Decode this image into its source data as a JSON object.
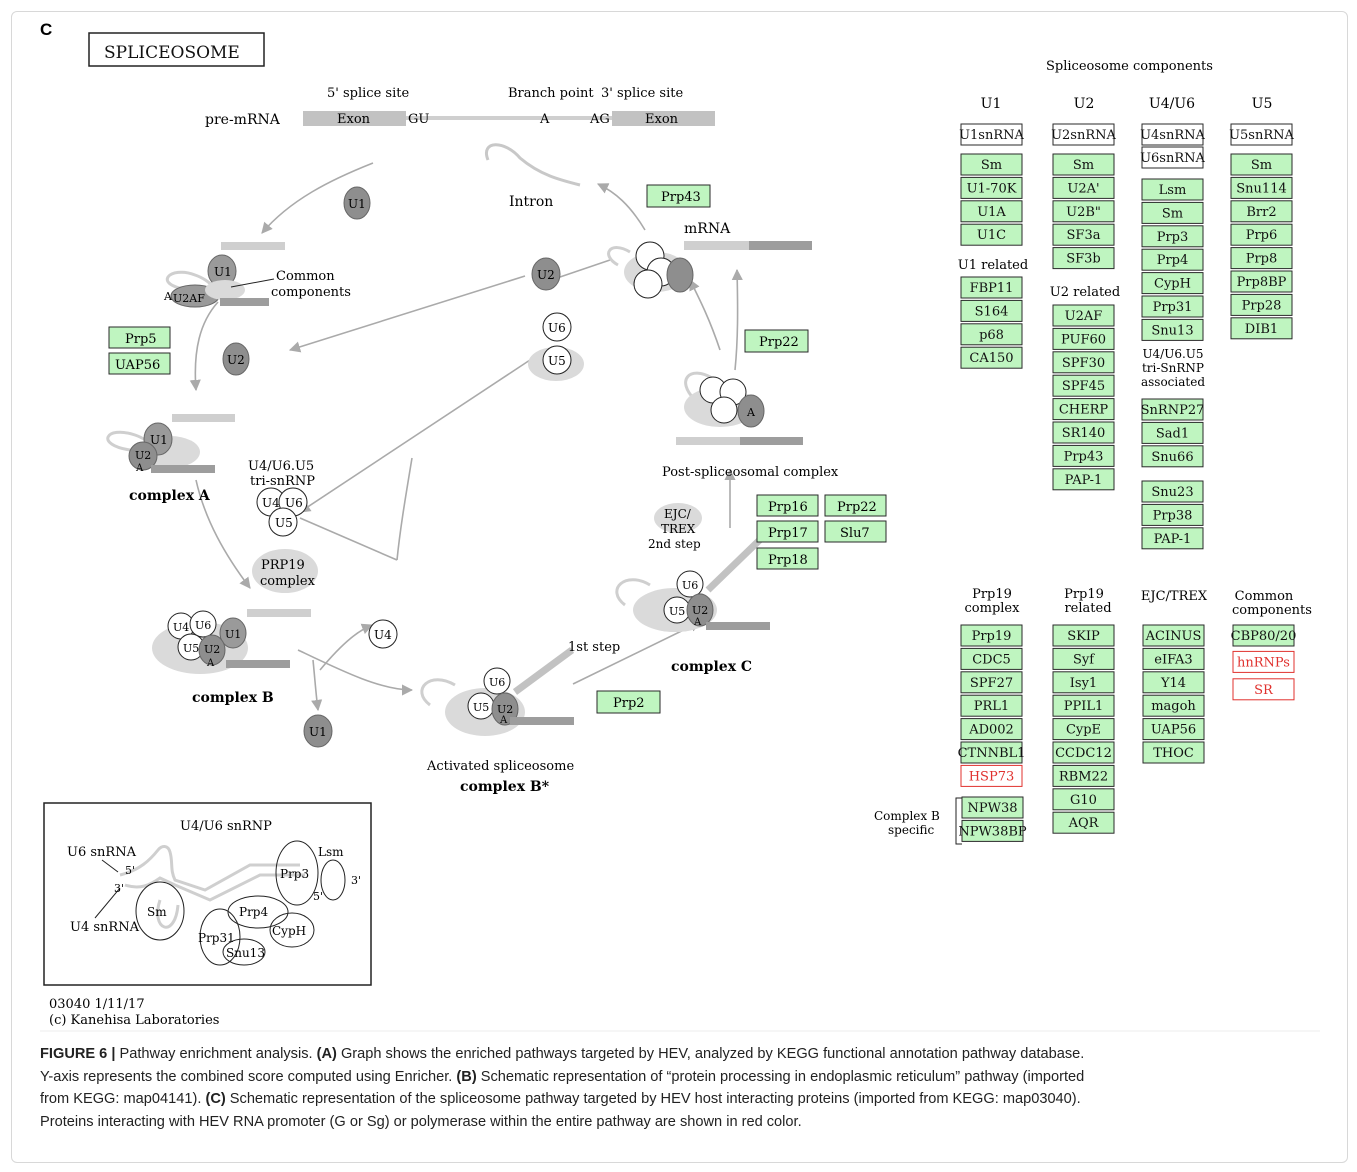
{
  "panel_letter": "C",
  "title": "SPLICEOSOME",
  "premrna": {
    "label": "pre-mRNA",
    "five_site": "5' splice site",
    "branch": "Branch point",
    "three_site": "3' splice site",
    "exon": "Exon",
    "gu": "GU",
    "a": "A",
    "ag": "AG"
  },
  "labels": {
    "intron": "Intron",
    "mrna": "mRNA",
    "common": "Common",
    "components": "components",
    "complexA": "complex A",
    "complexB": "complex B",
    "complexC": "complex C",
    "activated": "Activated spliceosome",
    "complexBstar": "complex B*",
    "post": "Post-spliceosomal complex",
    "tri1": "U4/U6.U5",
    "tri2": "tri-snRNP",
    "prp19a": "PRP19",
    "prp19b": "complex",
    "ejc1": "EJC/",
    "ejc2": "TREX",
    "ejc3": "2nd step",
    "first_step": "1st step"
  },
  "particles": {
    "u1": "U1",
    "u2": "U2",
    "u4": "U4",
    "u5": "U5",
    "u6": "U6",
    "u2af": "U2AF",
    "a": "A"
  },
  "cycle_boxes": {
    "prp5": "Prp5",
    "uap56": "UAP56",
    "prp43": "Prp43",
    "prp22": "Prp22",
    "prp2": "Prp2",
    "prp16": "Prp16",
    "prp22b": "Prp22",
    "prp17": "Prp17",
    "slu7": "Slu7",
    "prp18": "Prp18"
  },
  "components": {
    "header": "Spliceosome components",
    "u1": {
      "title": "U1",
      "rna": "U1snRNA",
      "genes": [
        "Sm",
        "U1-70K",
        "U1A",
        "U1C"
      ],
      "related_title": "U1 related",
      "related": [
        "FBP11",
        "S164",
        "p68",
        "CA150"
      ]
    },
    "u2": {
      "title": "U2",
      "rna": "U2snRNA",
      "genes": [
        "Sm",
        "U2A'",
        "U2B\"",
        "SF3a",
        "SF3b"
      ],
      "related_title": "U2 related",
      "related": [
        "U2AF",
        "PUF60",
        "SPF30",
        "SPF45",
        "CHERP",
        "SR140",
        "Prp43",
        "PAP-1"
      ]
    },
    "u46": {
      "title": "U4/U6",
      "rna1": "U4snRNA",
      "rna2": "U6snRNA",
      "genes": [
        "Lsm",
        "Sm",
        "Prp3",
        "Prp4",
        "CypH",
        "Prp31",
        "Snu13"
      ],
      "tri1": "U4/U6.U5",
      "tri2": "tri-SnRNP",
      "tri3": "associated",
      "tri_genes": [
        "SnRNP27",
        "Sad1",
        "Snu66"
      ],
      "extra": [
        "Snu23",
        "Prp38",
        "PAP-1"
      ]
    },
    "u5": {
      "title": "U5",
      "rna": "U5snRNA",
      "genes": [
        "Sm",
        "Snu114",
        "Brr2",
        "Prp6",
        "Prp8",
        "Prp8BP",
        "Prp28",
        "DIB1"
      ]
    },
    "prp19c": {
      "title1": "Prp19",
      "title2": "complex",
      "genes": [
        "Prp19",
        "CDC5",
        "SPF27",
        "PRL1",
        "AD002",
        "CTNNBL1"
      ],
      "red": "HSP73"
    },
    "prp19r": {
      "title1": "Prp19",
      "title2": "related",
      "genes": [
        "SKIP",
        "Syf",
        "Isy1",
        "PPIL1",
        "CypE",
        "CCDC12",
        "RBM22",
        "G10",
        "AQR"
      ]
    },
    "ejc": {
      "title": "EJC/TREX",
      "genes": [
        "ACINUS",
        "eIFA3",
        "Y14",
        "magoh",
        "UAP56",
        "THOC"
      ]
    },
    "common": {
      "title1": "Common",
      "title2": "components",
      "genes": [
        "CBP80/20"
      ],
      "red": [
        "hnRNPs",
        "SR"
      ]
    },
    "complexb_specific": {
      "label1": "Complex B",
      "label2": "specific",
      "genes": [
        "NPW38",
        "NPW38BP"
      ]
    }
  },
  "inset": {
    "title": "U4/U6 snRNP",
    "u6": "U6 snRNA",
    "u4": "U4 snRNA",
    "five": "5'",
    "three": "3'",
    "sm": "Sm",
    "prp3": "Prp3",
    "lsm": "Lsm",
    "prp4": "Prp4",
    "cyph": "CypH",
    "prp31": "Prp31",
    "snu13": "Snu13",
    "three_b": "3'",
    "five_b": "5'"
  },
  "footer": {
    "line1": "03040 1/11/17",
    "line2": "(c) Kanehisa Laboratories"
  },
  "caption": {
    "fig": "FIGURE 6 |",
    "t0": " Pathway enrichment analysis. ",
    "a": "(A)",
    "t1": " Graph shows the enriched pathways targeted by HEV, analyzed by KEGG functional annotation pathway database.",
    "t2": "Y-axis represents the combined score computed using Enricher. ",
    "b": "(B)",
    "t3": " Schematic representation of “protein processing in endoplasmic reticulum” pathway (imported",
    "t4": "from KEGG: map04141). ",
    "c": "(C)",
    "t5": " Schematic representation of the spliceosome pathway targeted by HEV host interacting proteins (imported from KEGG: map03040).",
    "t6": "Proteins interacting with HEV RNA promoter (G or Sg) or polymerase within the entire pathway are shown in red color."
  },
  "colors": {
    "green_fill": "#bff5c0",
    "box_border": "#2a2a2a",
    "red": "#e0312e",
    "gray_dark": "#8e8e8e",
    "gray_light": "#d9d9d9"
  }
}
